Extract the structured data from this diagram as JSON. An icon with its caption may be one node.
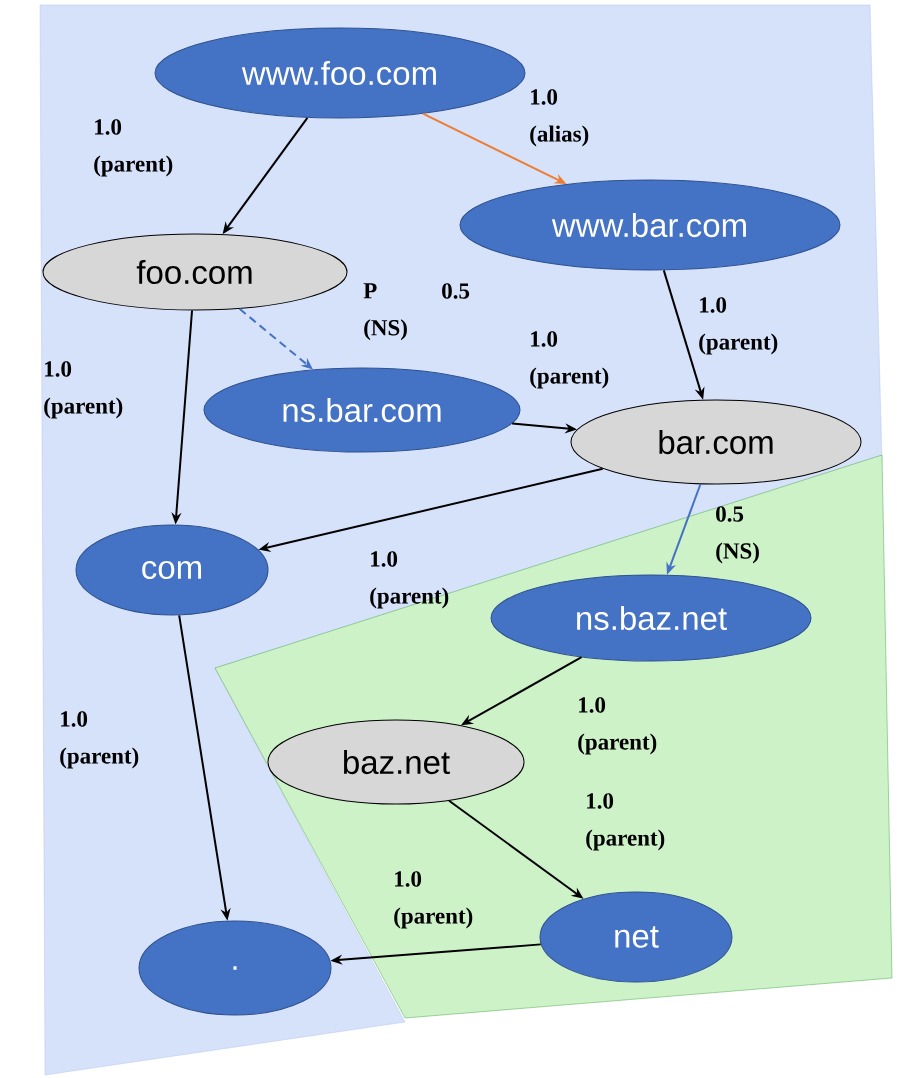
{
  "diagram": {
    "nodes": [
      {
        "text": [
          "www.foo.com"
        ]
      },
      {
        "text": [
          "www.bar.com"
        ]
      },
      {
        "text": [
          "foo.com"
        ]
      },
      {
        "text": [
          "ns.bar.com"
        ]
      },
      {
        "text": [
          "bar.com"
        ]
      },
      {
        "text": [
          "com"
        ]
      },
      {
        "text": [
          "ns.baz.net"
        ]
      },
      {
        "text": [
          "baz.net"
        ]
      },
      {
        "text": [
          "net"
        ]
      },
      {
        "text": [
          "."
        ]
      }
    ],
    "edges": [
      {
        "from": 0,
        "to": 2,
        "arrow": "to",
        "label": "1.0 (parent)"
      },
      {
        "from": 0,
        "to": 1,
        "arrow": "to",
        "label": "1.0 (alias)",
        "color": "#ed7d31"
      },
      {
        "from": 2,
        "to": 3,
        "arrow": "to",
        "label": "P (NS)",
        "style": "dashed",
        "color": "#4472c4"
      },
      {
        "from": 1,
        "to": 4,
        "arrow": "to",
        "label": "1.0 (parent)"
      },
      {
        "from": 3,
        "to": 4,
        "arrow": "to",
        "label": "1.0 (parent)"
      },
      {
        "from": 2,
        "to": 5,
        "arrow": "to",
        "label": "1.0 (parent)"
      },
      {
        "from": 4,
        "to": 5,
        "arrow": "to",
        "label": "1.0 (parent)"
      },
      {
        "from": 4,
        "to": 6,
        "arrow": "to",
        "label": "0.5 (NS)",
        "color": "#4472c4"
      },
      {
        "from": 5,
        "to": 9,
        "arrow": "to",
        "label": "1.0 (parent)"
      },
      {
        "from": 6,
        "to": 7,
        "arrow": "to",
        "label": "1.0 (parent)"
      },
      {
        "from": 7,
        "to": 8,
        "arrow": "to",
        "label": "1.0 (parent)"
      },
      {
        "from": 8,
        "to": 9,
        "arrow": "to",
        "label": "1.0 (parent)"
      }
    ],
    "labels": [
      "0.5"
    ]
  }
}
